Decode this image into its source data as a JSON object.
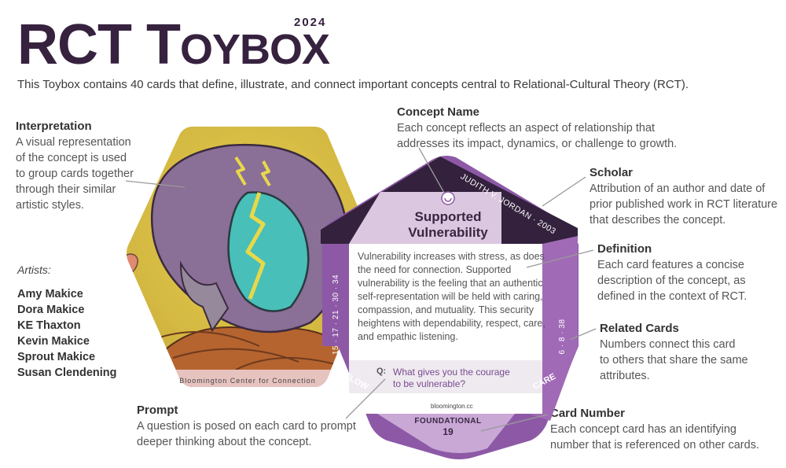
{
  "header": {
    "title_first": "RCT",
    "title_T": "T",
    "title_rest": "OYBOX",
    "year": "2024",
    "intro": "This Toybox contains 40 cards that define, illustrate, and connect important concepts central to Relational-Cultural Theory (RCT)."
  },
  "callouts": {
    "interpretation": {
      "title": "Interpretation",
      "lines": [
        "A visual representation",
        "of the concept is used",
        "to group cards together",
        "through their similar",
        "artistic styles."
      ]
    },
    "concept_name": {
      "title": "Concept Name",
      "lines": [
        "Each concept reflects an aspect of relationship that",
        "addresses its impact, dynamics, or challenge to growth."
      ]
    },
    "scholar": {
      "title": "Scholar",
      "lines": [
        "Attribution of an author and date of",
        "prior published work in RCT literature",
        "that describes the concept."
      ]
    },
    "definition": {
      "title": "Definition",
      "lines": [
        "Each card features a concise",
        "description of the concept, as",
        "defined in the context of RCT."
      ]
    },
    "related_cards": {
      "title": "Related Cards",
      "lines": [
        "Numbers connect this card",
        "to others that share the same",
        "attributes."
      ]
    },
    "prompt": {
      "title": "Prompt",
      "lines": [
        "A question is posed on each card to prompt",
        "deeper thinking about the concept."
      ]
    },
    "card_number": {
      "title": "Card Number",
      "lines": [
        "Each concept card has an identifying",
        "number that is referenced on other cards."
      ]
    }
  },
  "artists": {
    "label": "Artists:",
    "names": [
      "Amy Makice",
      "Dora Makice",
      "KE Thaxton",
      "Kevin Makice",
      "Sprout Makice",
      "Susan Clendening"
    ]
  },
  "art_card": {
    "footer": "Bloomington Center for Connection"
  },
  "concept_card": {
    "name_line1": "Supported",
    "name_line2": "Vulnerability",
    "scholar": "JUDITH V. JORDAN · 2003",
    "definition": "Vulnerability increases with stress, as does the need for connection. Supported vulnerability is the feeling that an authentic self-representation will be held with caring, compassion, and mutuality. This security heightens with dependability, respect, care, and empathic listening.",
    "prompt_label": "Q:",
    "prompt": "What gives you the courage to be vulnerable?",
    "website": "bloomington.cc",
    "category": "FOUNDATIONAL",
    "number": "19",
    "left_related": "15 · 17 · 21 · 30 · 34",
    "right_related": "6 · 8 · 38",
    "left_tag": "FLOW",
    "right_tag": "CARE"
  },
  "colors": {
    "title": "#36223f",
    "card_dark": "#33213d",
    "card_purple": "#7e4995",
    "card_light_purple": "#a36db7",
    "name_band": "#dcc7e0"
  }
}
